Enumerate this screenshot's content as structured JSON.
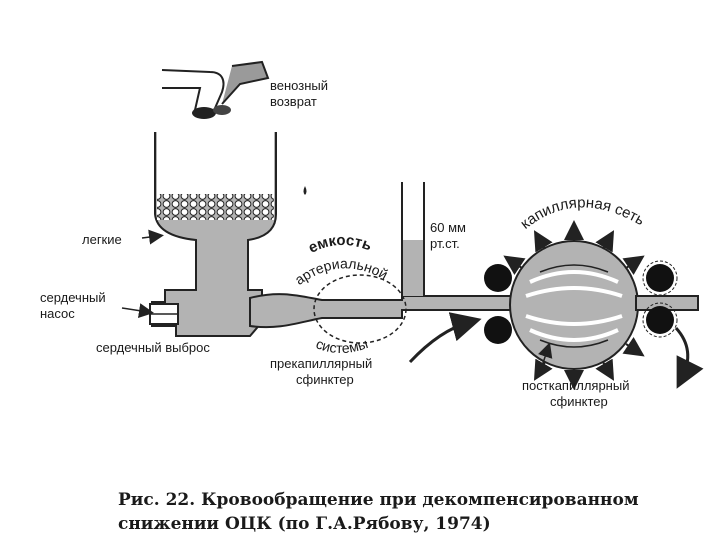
{
  "labels": {
    "venous_line1": "венозный",
    "venous_line2": "возврат",
    "lungs": "легкие",
    "pump_line1": "сердечный",
    "pump_line2": "насос",
    "output": "сердечный выброс",
    "pressure_line1": "60 мм",
    "pressure_line2": "рт.ст.",
    "arterial_line1": "емкость",
    "arterial_line2": "артериальной",
    "arterial_line3": "системы",
    "precap_line1": "прекапиллярный",
    "precap_line2": "сфинктер",
    "capnet": "капиллярная сеть",
    "postcap_line1": "посткапиллярный",
    "postcap_line2": "сфинктер"
  },
  "caption": {
    "line1": "Рис. 22. Кровообращение при декомпенсированном",
    "line2": "снижении ОЦК (по Г.А.Рябову, 1974)"
  }
}
